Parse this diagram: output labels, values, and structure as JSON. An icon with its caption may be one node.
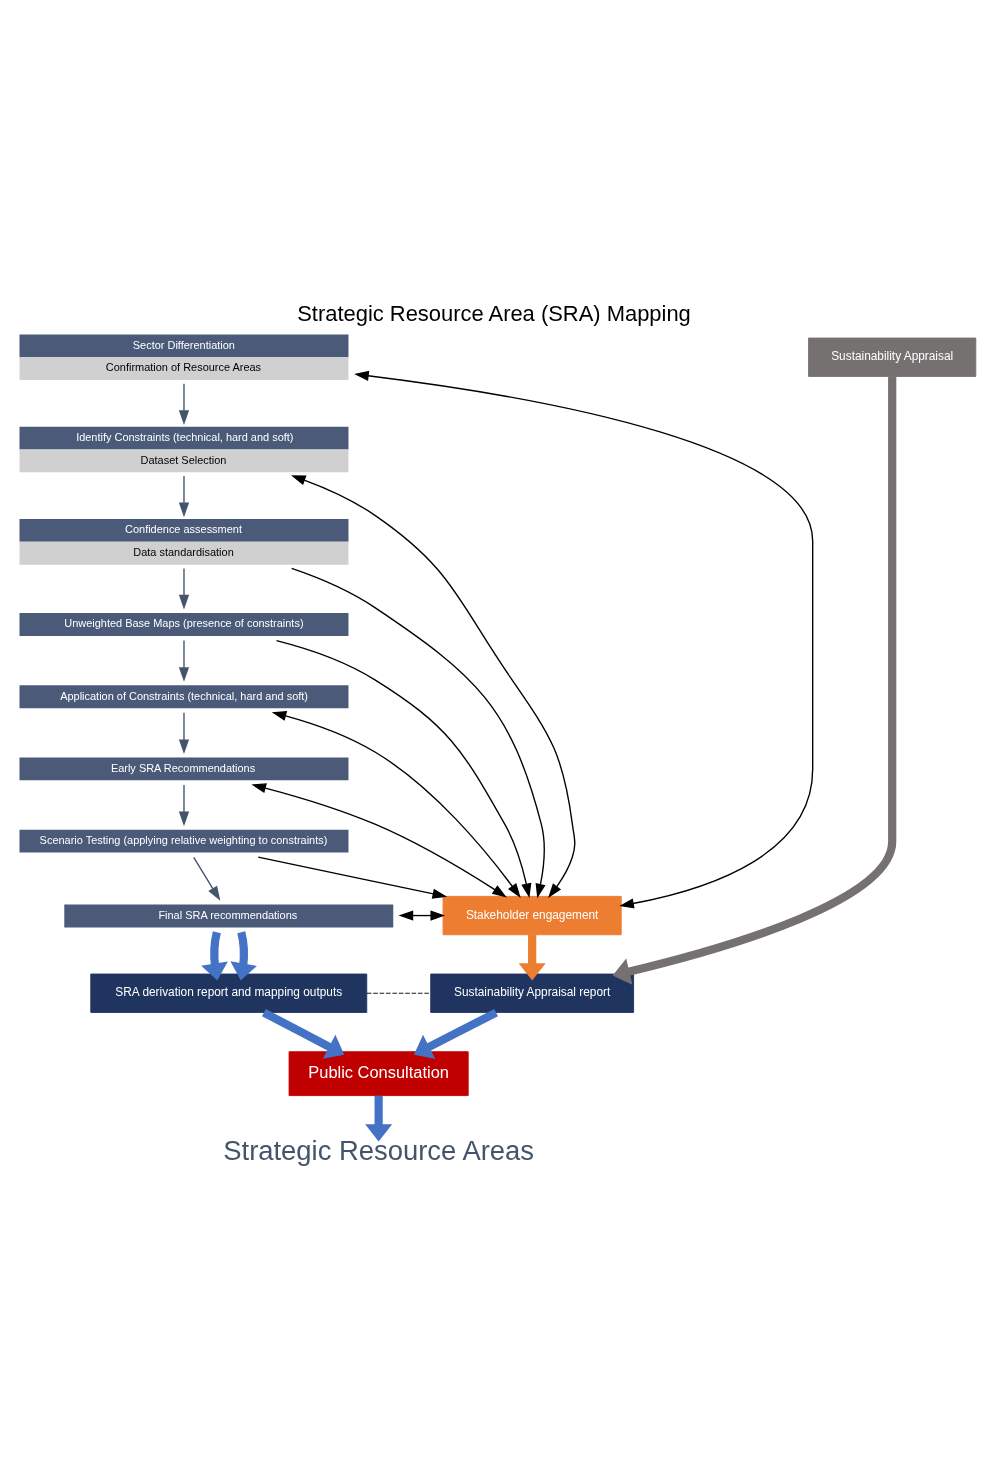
{
  "diagram": {
    "title": "Strategic Resource Area (SRA) Mapping",
    "nodes": [
      {
        "text": [
          "Sector Differentiation",
          "Confirmation of Resource Areas"
        ]
      },
      {
        "text": [
          "Identify Constraints (technical, hard and soft)",
          "Dataset Selection"
        ]
      },
      {
        "text": [
          "Confidence assessment",
          "Data standardisation"
        ]
      },
      {
        "text": [
          "Unweighted Base Maps (presence of constraints)"
        ]
      },
      {
        "text": [
          "Application of Constraints (technical, hard and soft)"
        ]
      },
      {
        "text": [
          "Early SRA Recommendations"
        ]
      },
      {
        "text": [
          "Scenario Testing (applying relative weighting to constraints)"
        ]
      },
      {
        "text": [
          "Final SRA recommendations"
        ]
      },
      {
        "text": [
          "Stakeholder engagement"
        ]
      },
      {
        "text": [
          "Sustainability Appraisal"
        ]
      },
      {
        "text": [
          "SRA derivation report and mapping outputs"
        ]
      },
      {
        "text": [
          "Sustainability Appraisal report"
        ]
      },
      {
        "text": [
          "Public Consultation"
        ]
      },
      {
        "text": [
          "Strategic Resource Areas"
        ]
      }
    ],
    "edges": [
      {
        "from": 0,
        "to": 1,
        "arrow": "to",
        "color": "#44546a"
      },
      {
        "from": 1,
        "to": 2,
        "arrow": "to",
        "color": "#44546a"
      },
      {
        "from": 2,
        "to": 3,
        "arrow": "to",
        "color": "#44546a"
      },
      {
        "from": 3,
        "to": 4,
        "arrow": "to",
        "color": "#44546a"
      },
      {
        "from": 4,
        "to": 5,
        "arrow": "to",
        "color": "#44546a"
      },
      {
        "from": 5,
        "to": 6,
        "arrow": "to",
        "color": "#44546a"
      },
      {
        "from": 6,
        "to": 7,
        "arrow": "to",
        "color": "#44546a"
      },
      {
        "from": 0,
        "to": 8,
        "arrow": "both"
      },
      {
        "from": 1,
        "to": 8,
        "arrow": "both"
      },
      {
        "from": 2,
        "to": 8,
        "arrow": "to"
      },
      {
        "from": 3,
        "to": 8,
        "arrow": "to"
      },
      {
        "from": 4,
        "to": 8,
        "arrow": "both"
      },
      {
        "from": 5,
        "to": 8,
        "arrow": "both"
      },
      {
        "from": 6,
        "to": 8,
        "arrow": "to"
      },
      {
        "from": 7,
        "to": 8,
        "arrow": "both"
      },
      {
        "from": 7,
        "to": 10,
        "arrow": "to",
        "style": "thick",
        "color": "#4472c4"
      },
      {
        "from": 7,
        "to": 10,
        "arrow": "to",
        "style": "thick",
        "color": "#4472c4"
      },
      {
        "from": 8,
        "to": 11,
        "arrow": "to",
        "style": "thick",
        "color": "#ed7d31"
      },
      {
        "from": 9,
        "to": 11,
        "arrow": "to",
        "style": "thick",
        "color": "#767171"
      },
      {
        "from": 10,
        "to": 11,
        "arrow": "none",
        "style": "dashed"
      },
      {
        "from": 10,
        "to": 12,
        "arrow": "to",
        "style": "thick",
        "color": "#4472c4"
      },
      {
        "from": 11,
        "to": 12,
        "arrow": "to",
        "style": "thick",
        "color": "#4472c4"
      },
      {
        "from": 12,
        "to": 13,
        "arrow": "to",
        "style": "thick",
        "color": "#4472c4"
      }
    ]
  }
}
